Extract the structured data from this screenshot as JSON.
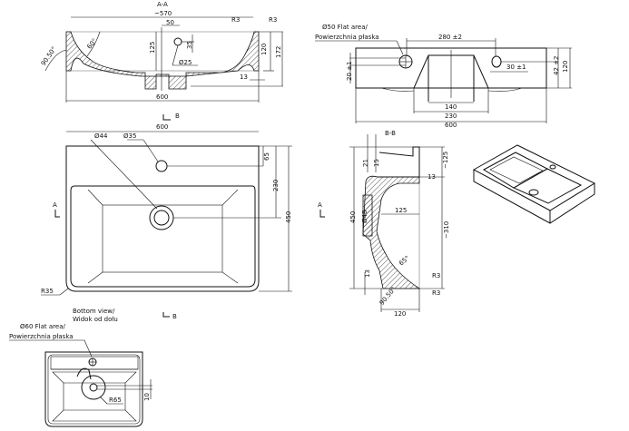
{
  "section_aa": {
    "title": "A-A",
    "width_inner": "~570",
    "dim_50": "50",
    "dim_125": "125",
    "dim_35": "35",
    "hole_dia": "Ø25",
    "r3_left": "R3",
    "r3_right": "R3",
    "dim_120": "120",
    "dim_172": "172",
    "dim_13": "13",
    "width": "600",
    "angle_wall": "60°",
    "angle_edge": "90.50°"
  },
  "section_bb_front": {
    "note_line1": "Ø50 Flat area/",
    "note_line2": "Powierzchnia płaska",
    "dim_280": "280 ±2",
    "dim_20": "20 ±1",
    "dim_30": "30 ±1",
    "dim_42": "42 ±2",
    "dim_120": "120",
    "dim_140": "140",
    "dim_230": "230",
    "dim_600": "600"
  },
  "section_bb_side": {
    "title": "B-B",
    "dim_21": "21",
    "dim_15": "15",
    "dim_125_top": "~125",
    "dim_13_top": "13",
    "dim_450": "450",
    "dia_48": "Ø48",
    "dim_125": "125",
    "dim_310": "~310",
    "angle_65": "65°",
    "dim_13_bottom": "13",
    "r3_a": "R3",
    "r3_b": "R3",
    "angle_90": "90.50°",
    "dim_120": "120"
  },
  "top_view": {
    "width": "600",
    "marker_b_top": "B",
    "marker_b_bottom": "B",
    "marker_a_left": "A",
    "marker_a_right": "A",
    "dia_44": "Ø44",
    "dia_35": "Ø35",
    "dim_65": "65",
    "dim_230": "230",
    "dim_450": "450",
    "radius": "R35"
  },
  "bottom_view": {
    "title_line1": "Bottom view/",
    "title_line2": "Widok od dołu",
    "note_line1": "Ø60 Flat area/",
    "note_line2": "Powierzchnia płaska",
    "radius": "R65",
    "dim_10": "10"
  }
}
